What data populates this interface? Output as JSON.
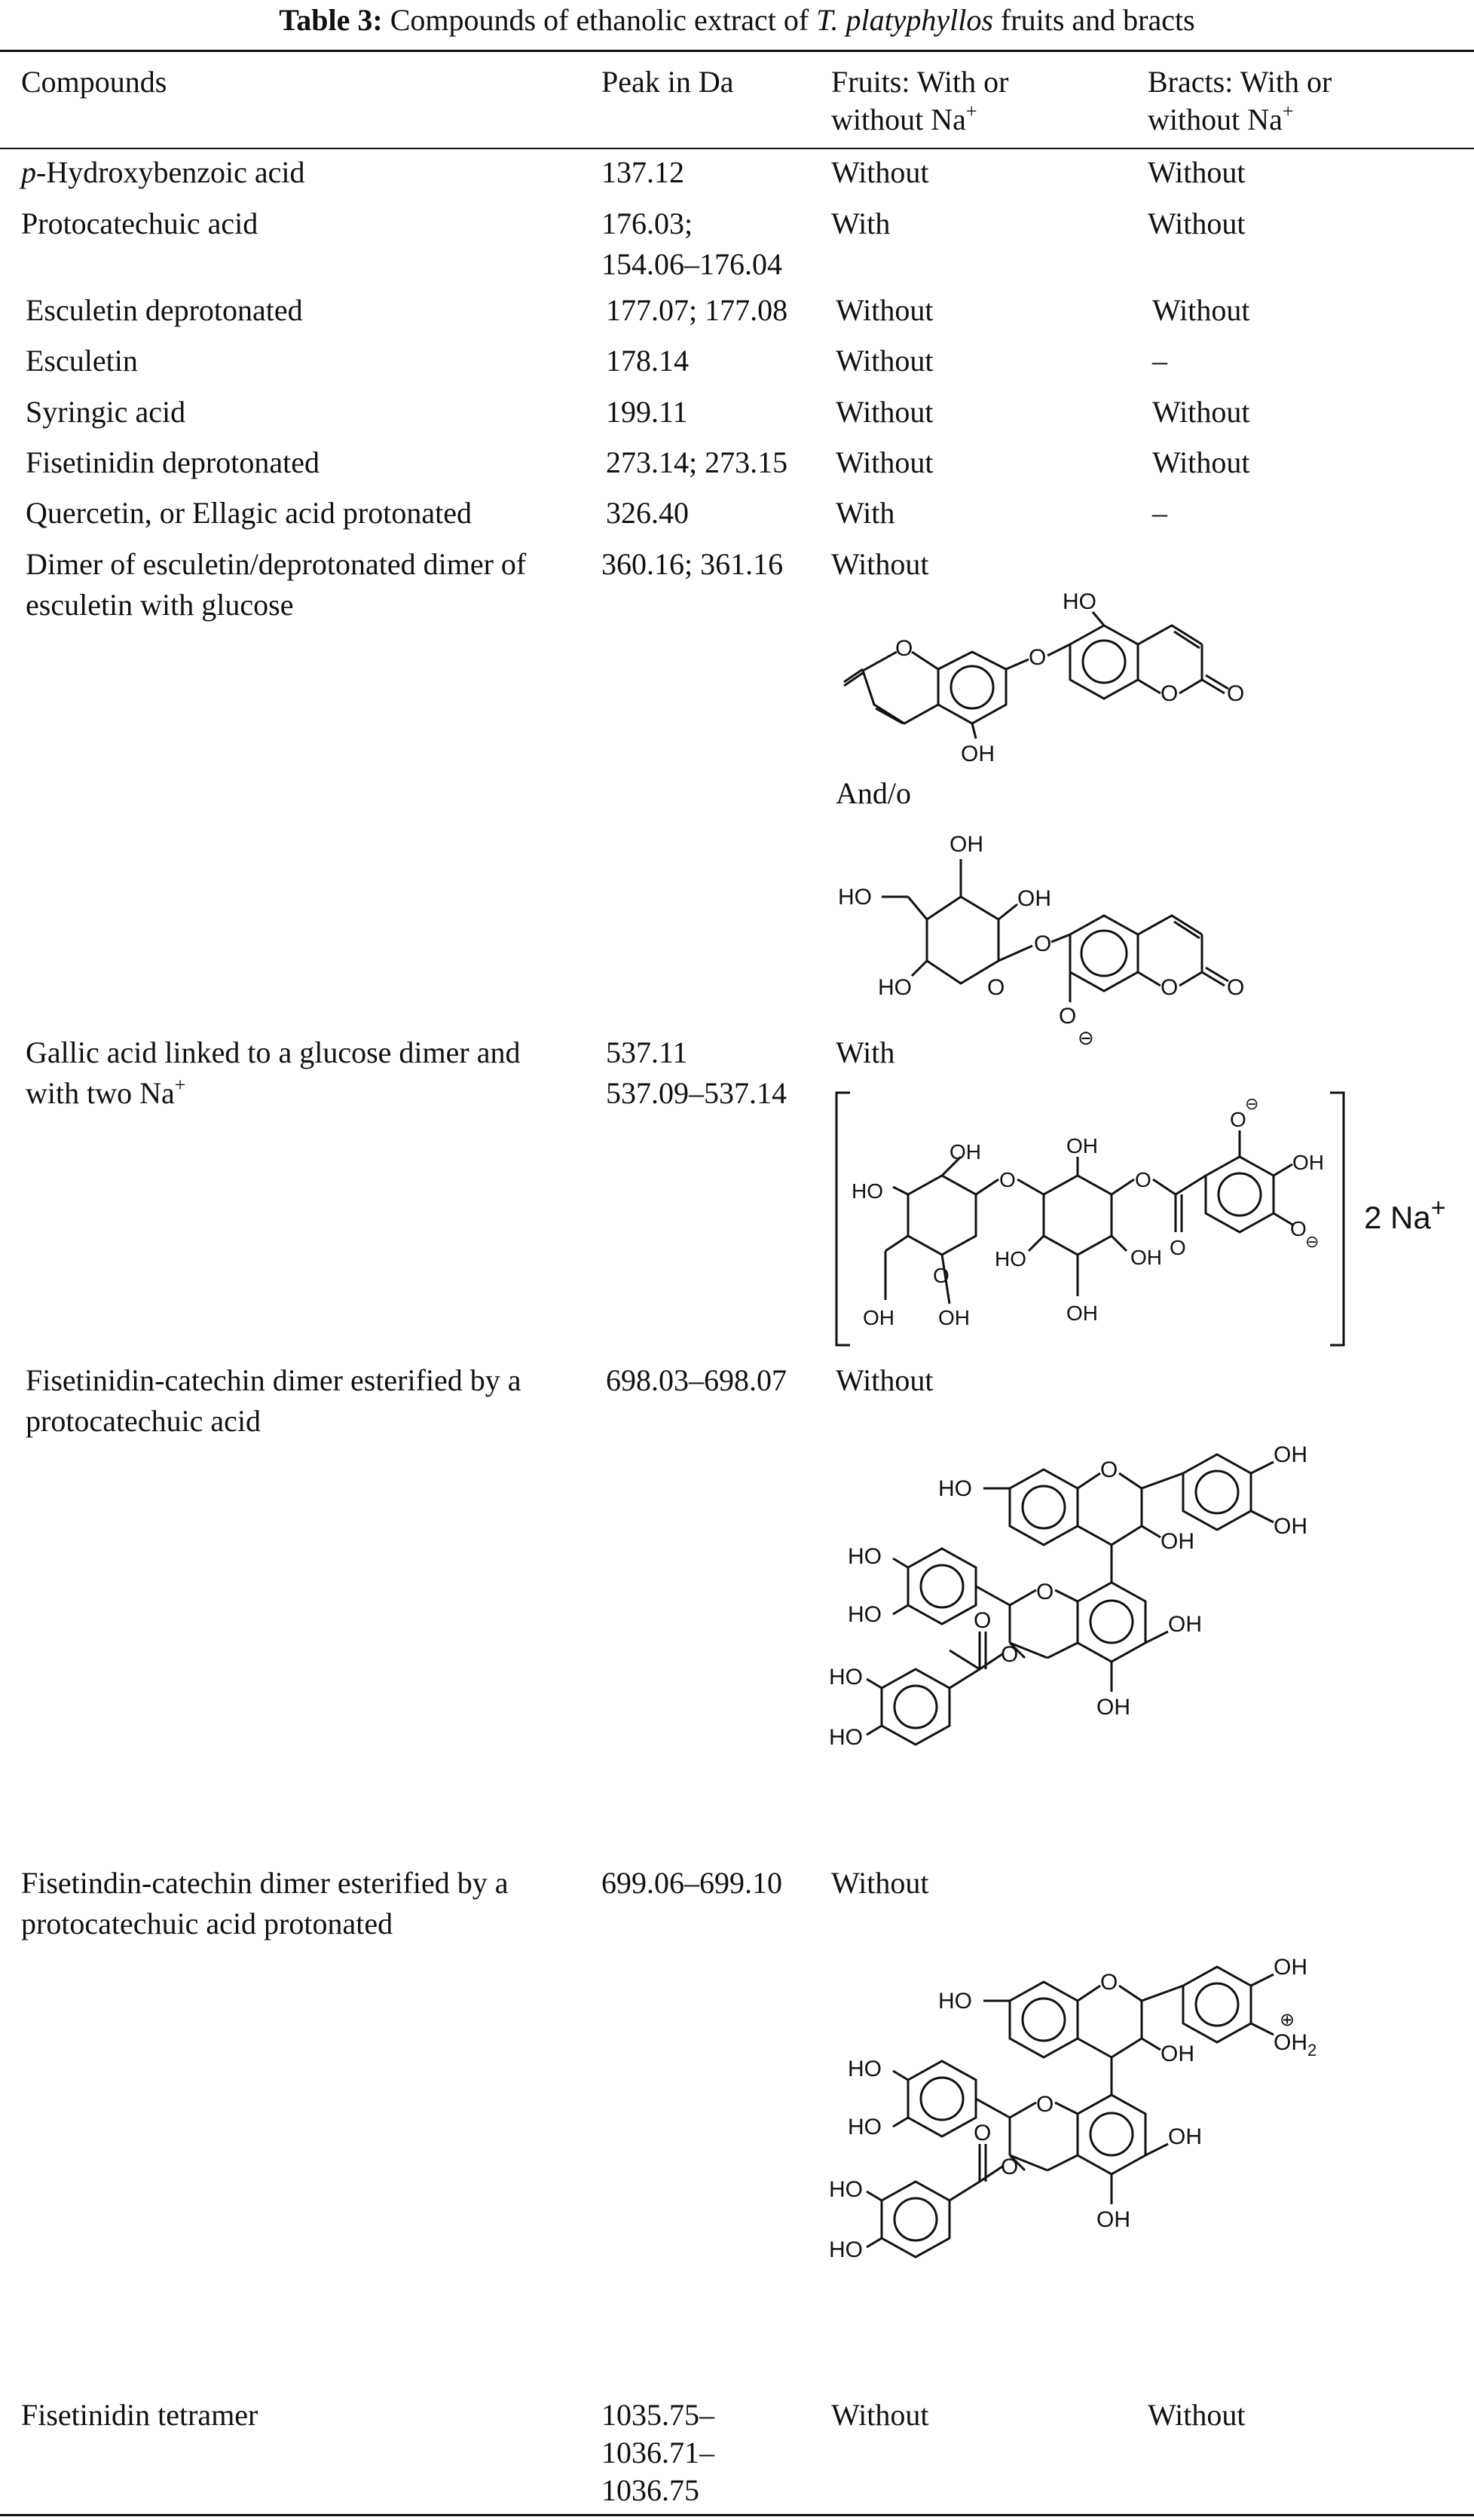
{
  "caption": {
    "label": "Table 3:",
    "text_before": "Compounds of ethanolic extract of",
    "species": "T. platyphyllos",
    "text_after": "fruits and bracts"
  },
  "header": {
    "compounds": "Compounds",
    "peak": "Peak in Da",
    "fruits_l1": "Fruits: With or",
    "fruits_l2": "without Na",
    "bracts_l1": "Bracts: With or",
    "bracts_l2": "without Na",
    "sup_plus": "+"
  },
  "rows": [
    {
      "compound_prefix": "p",
      "compound": "-Hydroxybenzoic acid",
      "peak": "137.12",
      "fruits": "Without",
      "bracts": "Without"
    },
    {
      "compound": "Protocatechuic acid",
      "peak_l1": "176.03;",
      "peak_l2": "154.06–176.04",
      "fruits": "With",
      "bracts": "Without"
    },
    {
      "compound": "Esculetin deprotonated",
      "peak": "177.07; 177.08",
      "fruits": "Without",
      "bracts": "Without"
    },
    {
      "compound": "Esculetin",
      "peak": "178.14",
      "fruits": "Without",
      "bracts": "–"
    },
    {
      "compound": "Syringic acid",
      "peak": "199.11",
      "fruits": "Without",
      "bracts": "Without"
    },
    {
      "compound": "Fisetinidin deprotonated",
      "peak": "273.14; 273.15",
      "fruits": "Without",
      "bracts": "Without"
    },
    {
      "compound": "Quercetin, or Ellagic acid protonated",
      "peak": "326.40",
      "fruits": "With",
      "bracts": "–"
    },
    {
      "compound_l1": "Dimer of esculetin/deprotonated dimer of",
      "compound_l2": "esculetin with glucose",
      "peak": "360.16; 361.16",
      "fruits": "Without",
      "andor": "And/o"
    },
    {
      "compound_l1": "Gallic acid linked to a glucose dimer and",
      "compound_l2": "with two Na",
      "peak_l1": "537.11",
      "peak_l2": "537.09–537.14",
      "fruits": "With",
      "na_label": "2 Na"
    },
    {
      "compound_l1": "Fisetinidin-catechin dimer esterified by a",
      "compound_l2": "protocatechuic acid",
      "peak": "698.03–698.07",
      "fruits": "Without"
    },
    {
      "compound_l1": "Fisetindin-catechin dimer esterified by a",
      "compound_l2": "protocatechuic acid protonated",
      "peak": "699.06–699.10",
      "fruits": "Without"
    },
    {
      "compound": "Fisetinidin tetramer",
      "peak_l1": "1035.75–",
      "peak_l2": "1036.71–",
      "peak_l3": "1036.75",
      "fruits": "Without",
      "bracts": "Without"
    }
  ],
  "chem": {
    "ho": "HO",
    "oh": "OH",
    "o": "O",
    "oh2": "OH",
    "sub2": "2",
    "minus": "⊖",
    "plus": "⊕"
  }
}
